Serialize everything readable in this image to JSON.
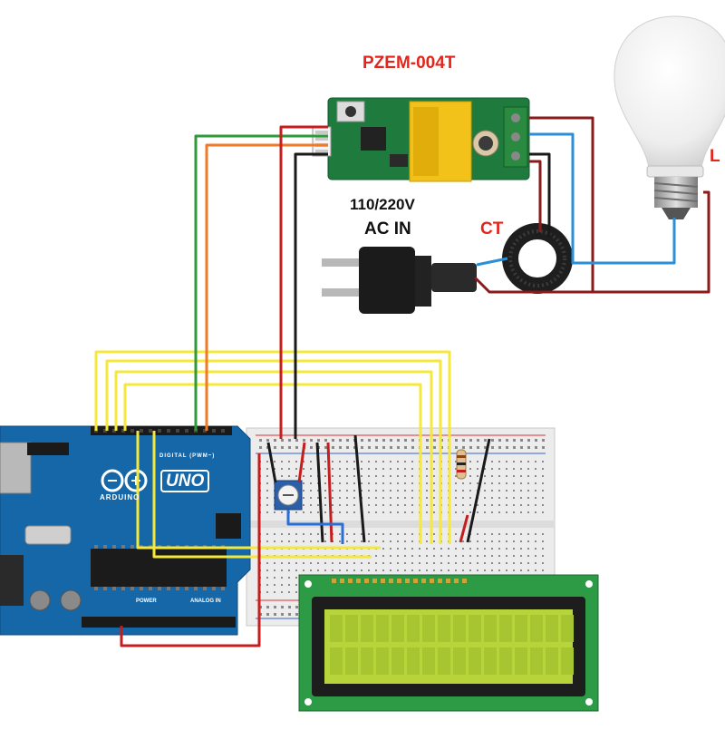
{
  "labels": {
    "module": "PZEM-004T",
    "voltage": "110/220V",
    "ac_in": "AC IN",
    "ct": "CT",
    "load": "L"
  },
  "board": {
    "model": "UNO",
    "brand": "ARDUINO",
    "digital_header": "DIGITAL (PWM~)",
    "power_header": "POWER",
    "analog_header": "ANALOG IN"
  },
  "colors": {
    "module_label": "#e3251b",
    "ct_label": "#e3251b",
    "load_label": "#e3251b",
    "wire_green": "#2f9a3a",
    "wire_orange": "#f07a25",
    "wire_red": "#c41e1e",
    "wire_dark_red": "#8b1a1a",
    "wire_black": "#1a1a1a",
    "wire_blue": "#2a8fd6",
    "wire_yellow": "#f5e83a",
    "arduino_pcb": "#1667a8",
    "module_pcb": "#1f7a3e",
    "relay_yellow": "#f2c21b",
    "lcd_pcb": "#2d9a45",
    "lcd_screen": "#b7d53a",
    "breadboard": "#ececec"
  }
}
